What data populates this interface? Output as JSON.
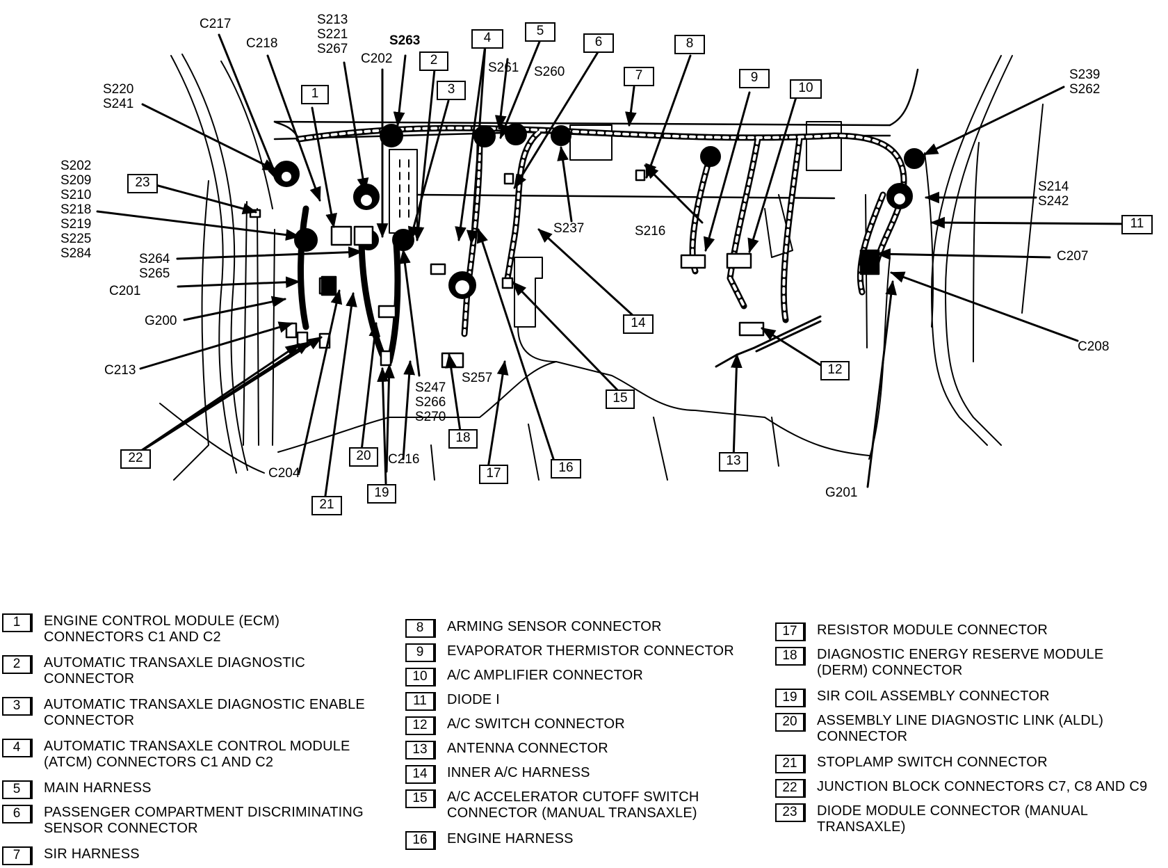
{
  "figure": {
    "title": "Instrument panel wiring harness component locator",
    "numbered_callouts": [
      "1",
      "2",
      "3",
      "4",
      "5",
      "6",
      "7",
      "8",
      "9",
      "10",
      "11",
      "12",
      "13",
      "14",
      "15",
      "16",
      "17",
      "18",
      "19",
      "20",
      "21",
      "22",
      "23"
    ],
    "text_callouts": {
      "c217": "C217",
      "c218": "C218",
      "s213_group": "S213\nS221\nS267",
      "s263": "S263",
      "c202": "C202",
      "s261": "S261",
      "s260": "S260",
      "s220_group": "S220\nS241",
      "s202_group": "S202\nS209\nS210\nS218\nS219\nS225\nS284",
      "s264_group": "S264\nS265",
      "c201": "C201",
      "g200": "G200",
      "c213": "C213",
      "c204": "C204",
      "c216": "C216",
      "s247_group": "S247\nS266\nS270",
      "s257": "S257",
      "s237": "S237",
      "s216": "S216",
      "s239_group": "S239\nS262",
      "s214_group": "S214\nS242",
      "c207": "C207",
      "c208": "C208",
      "g201": "G201"
    }
  },
  "legend": [
    {
      "num": "1",
      "text": "ENGINE CONTROL MODULE (ECM)\nCONNECTORS C1 AND C2"
    },
    {
      "num": "2",
      "text": "AUTOMATIC TRANSAXLE DIAGNOSTIC\nCONNECTOR"
    },
    {
      "num": "3",
      "text": "AUTOMATIC TRANSAXLE DIAGNOSTIC ENABLE\nCONNECTOR"
    },
    {
      "num": "4",
      "text": "AUTOMATIC TRANSAXLE CONTROL MODULE\n(ATCM) CONNECTORS C1 AND C2"
    },
    {
      "num": "5",
      "text": "MAIN HARNESS"
    },
    {
      "num": "6",
      "text": "PASSENGER COMPARTMENT DISCRIMINATING\nSENSOR CONNECTOR"
    },
    {
      "num": "7",
      "text": "SIR HARNESS"
    },
    {
      "num": "8",
      "text": "ARMING SENSOR CONNECTOR"
    },
    {
      "num": "9",
      "text": "EVAPORATOR THERMISTOR CONNECTOR"
    },
    {
      "num": "10",
      "text": "A/C AMPLIFIER CONNECTOR"
    },
    {
      "num": "11",
      "text": "DIODE I"
    },
    {
      "num": "12",
      "text": "A/C SWITCH CONNECTOR"
    },
    {
      "num": "13",
      "text": "ANTENNA CONNECTOR"
    },
    {
      "num": "14",
      "text": "INNER A/C HARNESS"
    },
    {
      "num": "15",
      "text": "A/C ACCELERATOR CUTOFF SWITCH\nCONNECTOR (MANUAL TRANSAXLE)"
    },
    {
      "num": "16",
      "text": "ENGINE HARNESS"
    },
    {
      "num": "17",
      "text": "RESISTOR MODULE CONNECTOR"
    },
    {
      "num": "18",
      "text": "DIAGNOSTIC ENERGY RESERVE MODULE\n(DERM) CONNECTOR"
    },
    {
      "num": "19",
      "text": "SIR COIL ASSEMBLY CONNECTOR"
    },
    {
      "num": "20",
      "text": "ASSEMBLY LINE DIAGNOSTIC LINK (ALDL)\nCONNECTOR"
    },
    {
      "num": "21",
      "text": "STOPLAMP SWITCH CONNECTOR"
    },
    {
      "num": "22",
      "text": "JUNCTION BLOCK CONNECTORS C7, C8 AND C9"
    },
    {
      "num": "23",
      "text": "DIODE MODULE CONNECTOR (MANUAL\nTRANSAXLE)"
    }
  ]
}
